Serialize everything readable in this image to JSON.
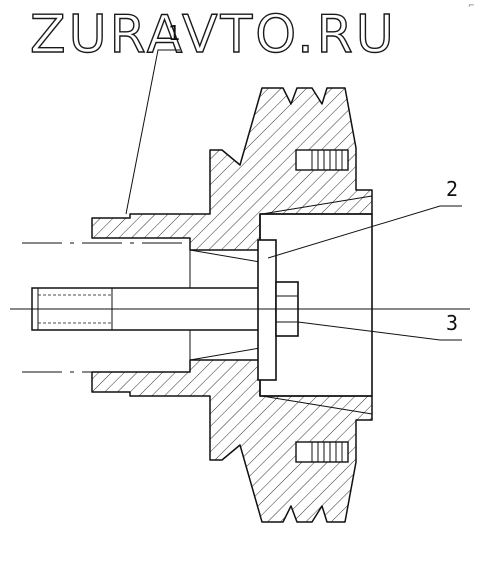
{
  "watermark": {
    "text": "ZURAVTO.RU"
  },
  "callouts": [
    {
      "id": "1",
      "label": "1"
    },
    {
      "id": "2",
      "label": "2"
    },
    {
      "id": "3",
      "label": "3"
    }
  ],
  "colors": {
    "ink": "#111111",
    "paper": "#ffffff",
    "hatch": "#333333"
  }
}
